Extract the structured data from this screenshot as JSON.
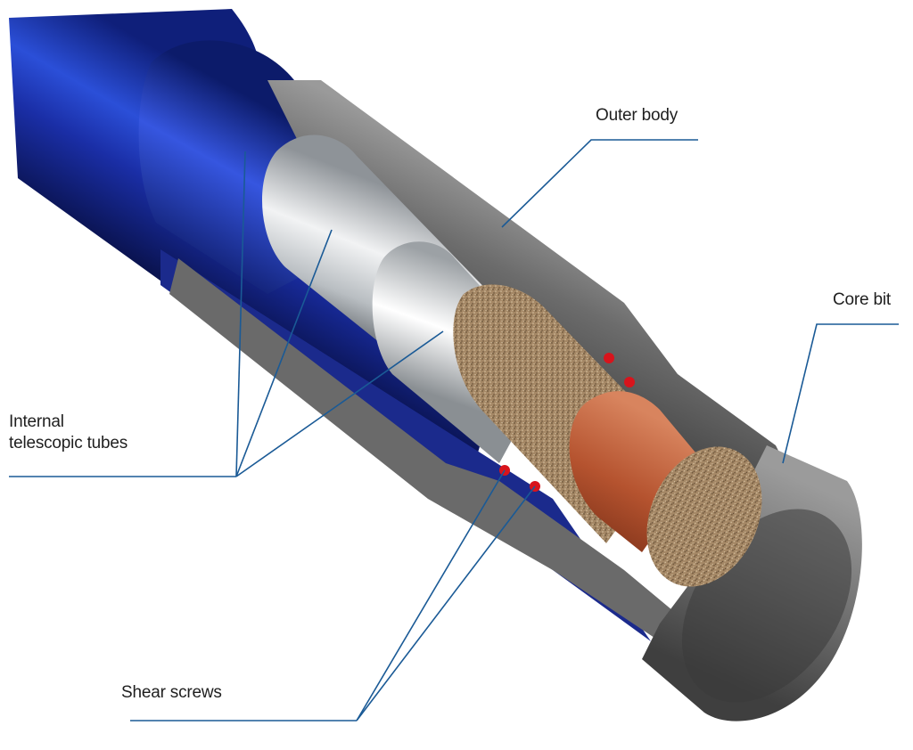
{
  "labels": {
    "outer_body": "Outer body",
    "core_bit": "Core bit",
    "internal_tubes_line1": "Internal",
    "internal_tubes_line2": "telescopic tubes",
    "shear_screws": "Shear screws"
  },
  "colors": {
    "leader_line": "#1a5a96",
    "outer_sleeve": "#1b2fa8",
    "steel_body": "#7d7d7d",
    "inner_tube": "#cfd3d6",
    "core_sample": "#a58866",
    "copper_catcher": "#b5532f",
    "screw": "#d8141c"
  }
}
